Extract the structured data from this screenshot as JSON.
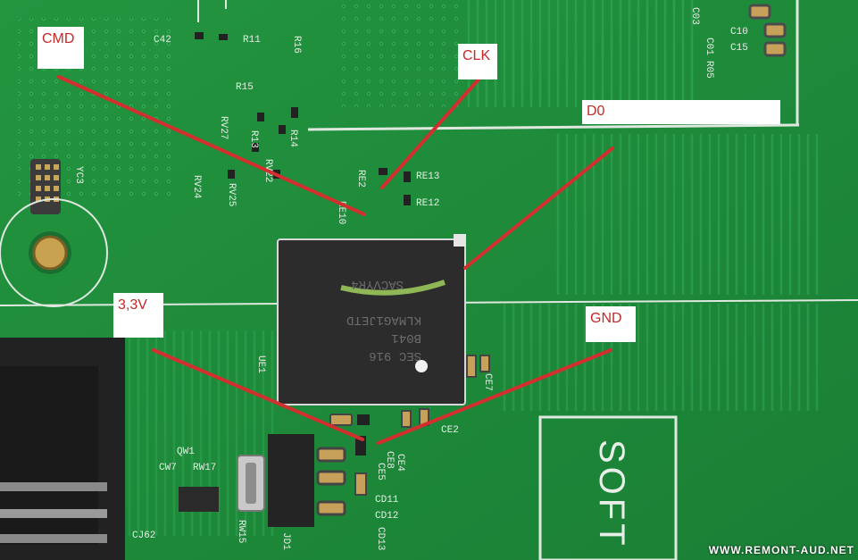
{
  "callouts": {
    "cmd": "CMD",
    "clk": "CLK",
    "d0": "D0",
    "v33": "3,3V",
    "gnd": "GND"
  },
  "silkscreen": {
    "c42": "C42",
    "r11": "R11",
    "r16": "R16",
    "r15": "R15",
    "r13": "R13",
    "r14": "R14",
    "rv27": "RV27",
    "rv22": "RV22",
    "rv24": "RV24",
    "rv25": "RV25",
    "yc3": "YC3",
    "re2": "RE2",
    "re13": "RE13",
    "re12": "RE12",
    "re10": "RE10",
    "c03": "C03",
    "c01": "C01",
    "r05": "R05",
    "c10": "C10",
    "c15": "C15",
    "ue1": "UE1",
    "ce7": "CE7",
    "ce2": "CE2",
    "ce8": "CE8",
    "ce4": "CE4",
    "ce5": "CE5",
    "cd11": "CD11",
    "cd12": "CD12",
    "cd13": "CD13",
    "rw15": "RW15",
    "jd1": "JD1",
    "qw1": "QW1",
    "cw7": "CW7",
    "rw17": "RW17",
    "cj62": "CJ62",
    "soft": "SOFT"
  },
  "chip_marking": {
    "line1": "SEC 916",
    "line2": "B041",
    "line3": "KLMAG1JETD",
    "line4": "SACVYR4"
  },
  "watermark": "WWW.REMONT-AUD.NET",
  "colors": {
    "pcb": "#1f8a3c",
    "trace": "#2fa552",
    "chip": "#2a2a2a",
    "callout_text": "#c62828",
    "callout_line": "#d32f2f"
  }
}
